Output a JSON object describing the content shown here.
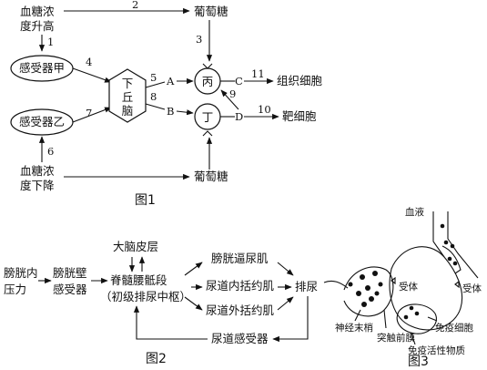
{
  "figure1": {
    "caption": "图1",
    "blood_sugar_rise_line1": "血糖浓",
    "blood_sugar_rise_line2": "度升高",
    "blood_sugar_fall_line1": "血糖浓",
    "blood_sugar_fall_line2": "度下降",
    "receptor_a": "感受器甲",
    "receptor_b": "感受器乙",
    "hypothalamus_1": "下",
    "hypothalamus_2": "丘",
    "hypothalamus_3": "脑",
    "cell_bing": "丙",
    "cell_ding": "丁",
    "glucose_top": "葡萄糖",
    "glucose_bottom": "葡萄糖",
    "tissue_cells": "组织细胞",
    "target_cells": "靶细胞",
    "letter_a": "A",
    "letter_b": "B",
    "letter_c": "C",
    "letter_d": "D",
    "n1": "1",
    "n2": "2",
    "n3": "3",
    "n4": "4",
    "n5": "5",
    "n6": "6",
    "n7": "7",
    "n8": "8",
    "n9": "9",
    "n10": "10",
    "n11": "11"
  },
  "figure2": {
    "caption": "图2",
    "bladder_pressure_1": "膀胱内",
    "bladder_pressure_2": "压力",
    "bladder_receptor_1": "膀胱壁",
    "bladder_receptor_2": "感受器",
    "cortex": "大脑皮层",
    "spinal_1": "脊髓腰骶段",
    "spinal_2": "（初级排尿中枢）",
    "detrusor": "膀胱逼尿肌",
    "internal_sphincter": "尿道内括约肌",
    "external_sphincter": "尿道外括约肌",
    "urination": "排尿",
    "urethral_receptor": "尿道感受器"
  },
  "figure3": {
    "caption": "图3",
    "blood": "血液",
    "receptor_left": "受体",
    "receptor_right": "受体",
    "nerve_ending": "神经末梢",
    "presynaptic": "突触前膜",
    "immune_cell": "免疫细胞",
    "immune_substance": "免疫活性物质"
  }
}
